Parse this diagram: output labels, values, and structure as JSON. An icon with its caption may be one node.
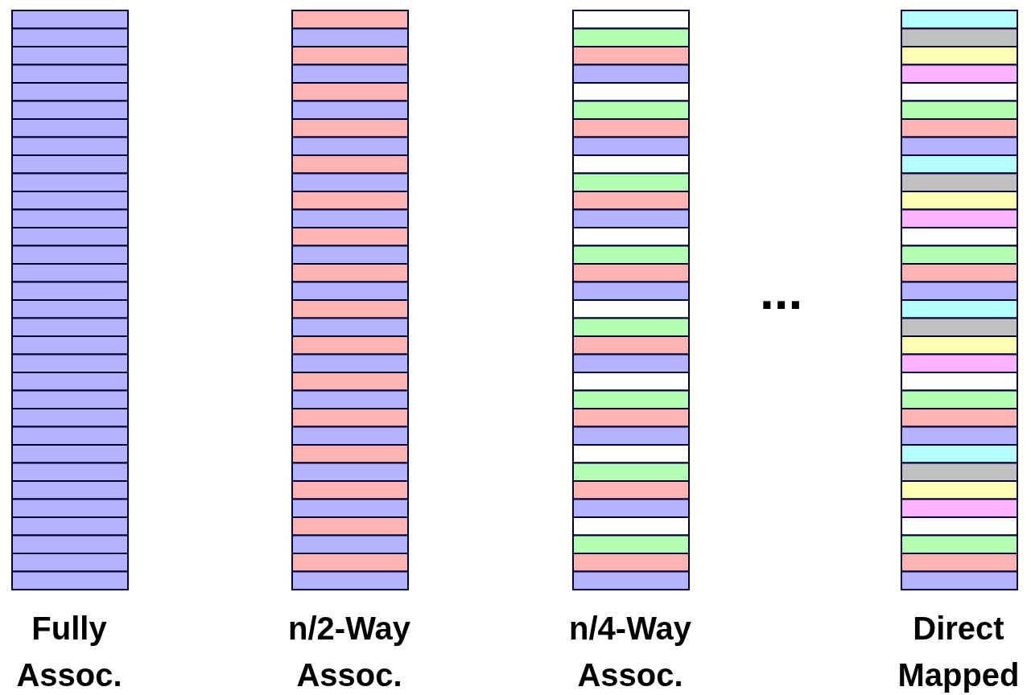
{
  "diagram": {
    "nodes": [
      {
        "text": [
          "Fully Assoc."
        ]
      },
      {
        "text": [
          "n/2-Way Assoc."
        ]
      },
      {
        "text": [
          "n/4-Way Assoc."
        ]
      },
      {
        "text": [
          "Direct Mapped"
        ]
      }
    ],
    "labels": [
      "..."
    ]
  }
}
